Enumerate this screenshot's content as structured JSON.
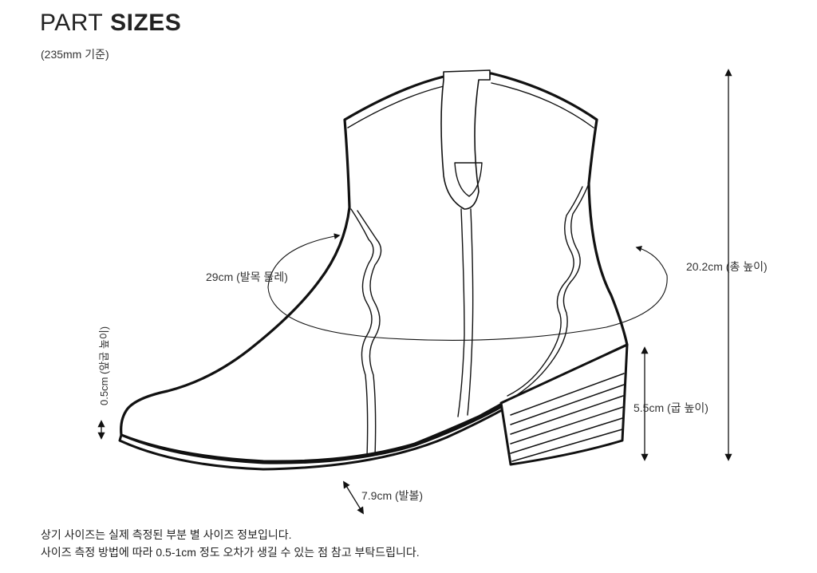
{
  "header": {
    "title_light": "PART",
    "title_bold": "SIZES",
    "subtitle": "(235mm 기준)"
  },
  "measurements": {
    "ankle_circumference": "29cm (발목 둘레)",
    "total_height": "20.2cm (총 높이)",
    "heel_height": "5.5cm (굽 높이)",
    "front_sole_height": "0.5cm (앞굽 높이)",
    "ball_width": "7.9cm (발볼)"
  },
  "notes": {
    "line1": "상기 사이즈는 실제 측정된 부분 별 사이즈 정보입니다.",
    "line2": "사이즈 측정 방법에 따라 0.5-1cm 정도 오차가 생길 수 있는 점 참고 부탁드립니다."
  },
  "colors": {
    "line": "#111111",
    "text": "#333333"
  }
}
